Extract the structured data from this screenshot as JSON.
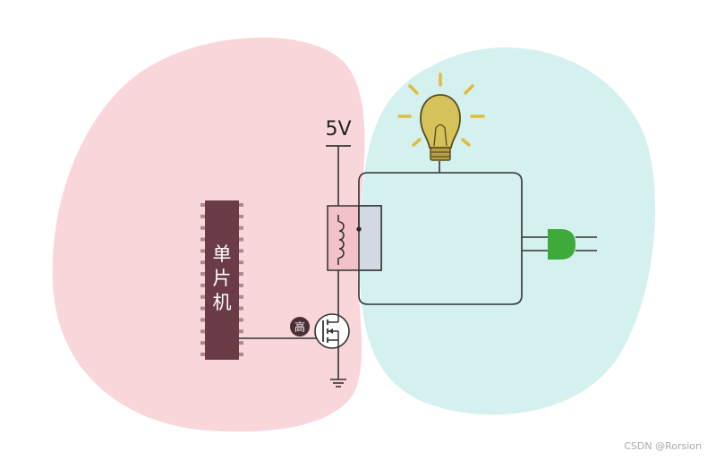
{
  "diagram": {
    "supply_label": "5V",
    "mcu_label_chars": [
      "单",
      "片",
      "机"
    ],
    "gate_state_label": "高",
    "watermark": "CSDN @Rorsion"
  },
  "colors": {
    "low_voltage_zone": "#f9d6da",
    "high_voltage_zone": "#d4f1ef",
    "chip_body": "#6b3c48",
    "chip_pins": "#a88a90",
    "wire": "#333333",
    "relay_box": "#d3d9e2",
    "bulb_glass": "#d6c25a",
    "bulb_rays": "#e0bb3c",
    "plug": "#3daa3a",
    "badge": "#4a2f35"
  },
  "icons": [
    "lightbulb-icon",
    "ac-plug-icon",
    "ground-icon",
    "relay-coil-icon",
    "mosfet-icon"
  ]
}
